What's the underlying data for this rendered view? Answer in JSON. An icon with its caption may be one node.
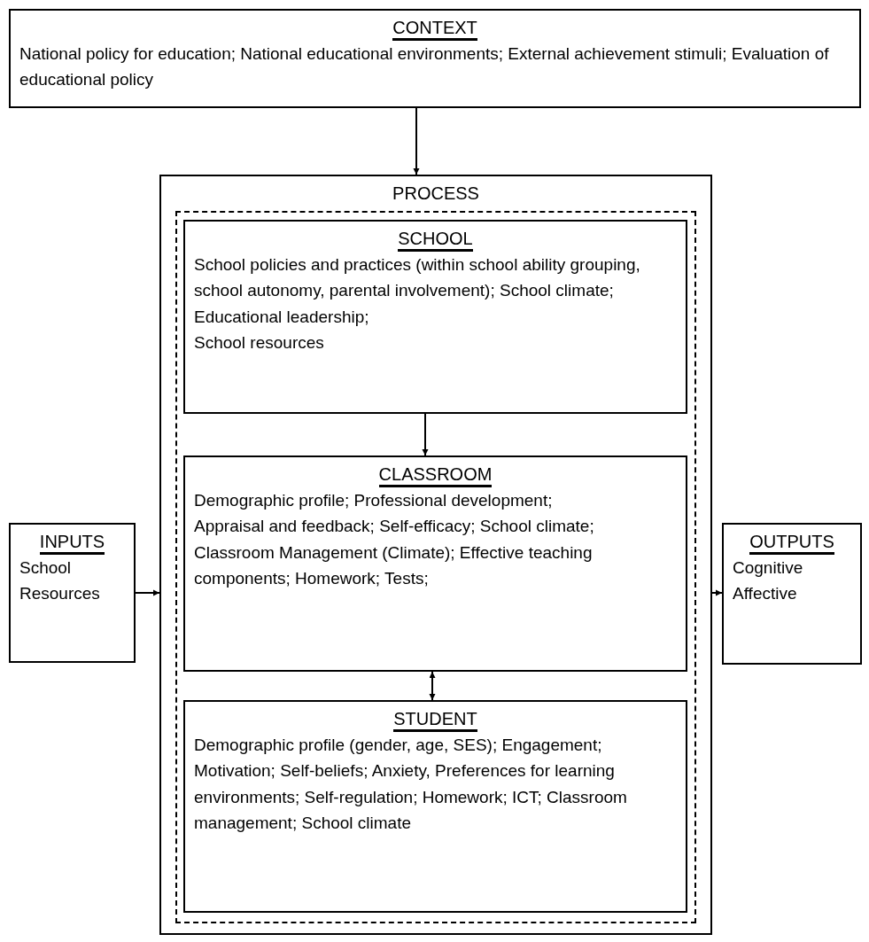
{
  "diagram": {
    "nodes": [
      {
        "text": [
          "CONTEXT",
          "National policy for education; National educational environments; External achievement stimuli; Evaluation of educational policy"
        ]
      },
      {
        "text": [
          "PROCESS"
        ]
      },
      {
        "text": [],
        "shape": "box",
        "in": 1
      },
      {
        "text": [
          "SCHOOL",
          "School policies and practices (within school ability grouping, school autonomy, parental involvement); School climate; Educational leadership;",
          "School resources"
        ],
        "in": 2
      },
      {
        "text": [
          "CLASSROOM",
          "Demographic profile; Professional development;",
          "Appraisal and feedback; Self-efficacy; School climate; Classroom Management (Climate); Effective teaching components; Homework; Tests;"
        ],
        "in": 2
      },
      {
        "text": [
          "STUDENT",
          "Demographic profile (gender, age, SES); Engagement; Motivation; Self-beliefs; Anxiety, Preferences for learning environments; Self-regulation; Homework; ICT; Classroom management; School climate"
        ],
        "in": 2
      },
      {
        "text": [
          "INPUTS",
          "School Resources"
        ]
      },
      {
        "text": [
          "OUTPUTS",
          "Cognitive",
          "Affective"
        ]
      }
    ],
    "edges": [
      {
        "from": 0,
        "to": 1,
        "arrow": "to"
      },
      {
        "from": 3,
        "to": 4,
        "arrow": "to"
      },
      {
        "from": 4,
        "to": 5,
        "arrow": "both"
      },
      {
        "from": 6,
        "to": 1,
        "arrow": "to"
      },
      {
        "from": 1,
        "to": 7,
        "arrow": "to"
      }
    ]
  }
}
